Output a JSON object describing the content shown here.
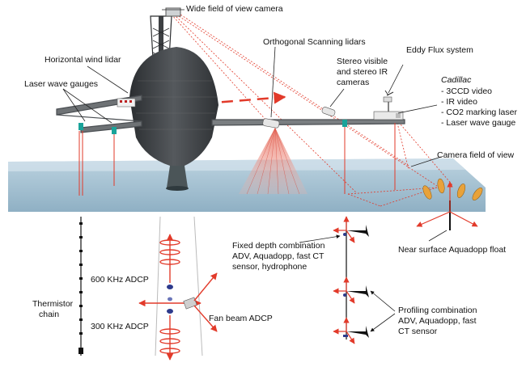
{
  "labels": {
    "wide_camera": "Wide field of view camera",
    "horizontal_lidar": "Horizontal wind lidar",
    "laser_gauges": "Laser wave gauges",
    "ortho_lidars": "Orthogonal Scanning lidars",
    "stereo_line1": "Stereo visible",
    "stereo_line2": "and stereo IR",
    "stereo_line3": "cameras",
    "eddy_flux": "Eddy Flux system",
    "cadillac_title": "Cadillac",
    "cadillac_items": [
      "- 3CCD video",
      "- IR video",
      "- CO2 marking laser",
      "- Laser wave gauge"
    ],
    "camera_fov": "Camera field of view",
    "near_surface_float": "Near surface Aquadopp float",
    "fixed_line1": "Fixed depth combination",
    "fixed_line2": "ADV, Aquadopp, fast CT",
    "fixed_line3": "sensor, hydrophone",
    "adcp_600": "600 KHz ADCP",
    "adcp_300": "300 KHz ADCP",
    "fan_beam": "Fan beam ADCP",
    "thermistor_line1": "Thermistor",
    "thermistor_line2": "chain",
    "profiling_line1": "Profiling combination",
    "profiling_line2": "ADV, Aquadopp, fast",
    "profiling_line3": "CT sensor"
  },
  "colors": {
    "ocean": "#a9c4d4",
    "ocean_light": "#d6e4ec",
    "platform": "#3a3d40",
    "boom": "#6e7275",
    "laser": "#e23a2a",
    "marker": "#1aa39a",
    "float": "#e8a23a",
    "cable": "#111111"
  }
}
